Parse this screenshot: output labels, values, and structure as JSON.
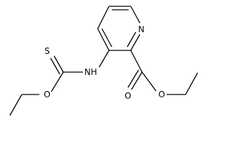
{
  "structure": {
    "atoms": {
      "ring_nitrogen": "N",
      "amine_nh": "NH",
      "thione_sulfur": "S",
      "thioester_oxygen": "O",
      "carbonyl_oxygen": "O",
      "ester_oxygen": "O"
    }
  },
  "colors": {
    "bond": "#000000",
    "text": "#000000",
    "background": "#ffffff"
  }
}
